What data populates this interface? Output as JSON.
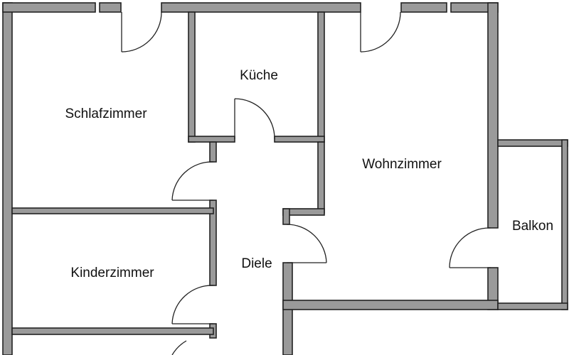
{
  "rooms": {
    "schlafzimmer": "Schlafzimmer",
    "kueche": "Küche",
    "wohnzimmer": "Wohnzimmer",
    "balkon": "Balkon",
    "kinderzimmer": "Kinderzimmer",
    "diele": "Diele"
  },
  "colors": {
    "wall_fill": "#9a9a9a",
    "line": "#222222",
    "background": "#ffffff"
  }
}
